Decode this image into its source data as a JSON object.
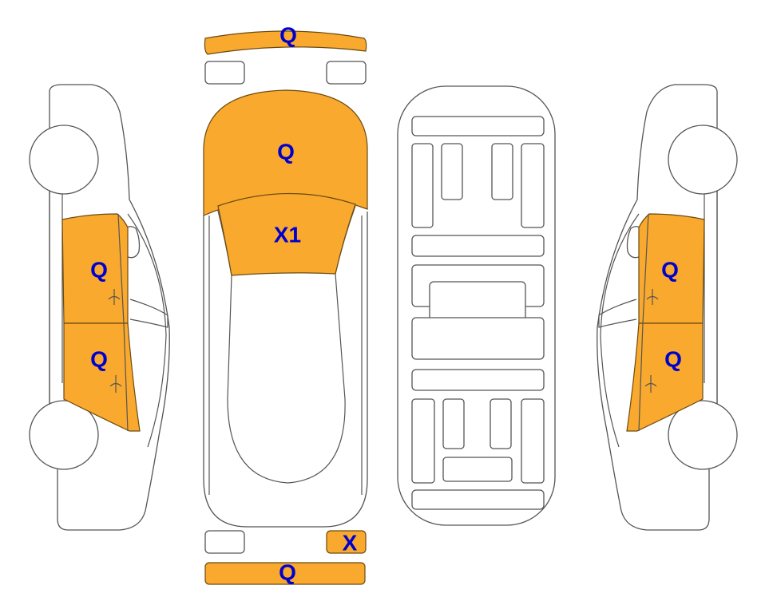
{
  "colors": {
    "damage_fill": "#F9A92E",
    "label": "#0000CC",
    "outline": "#555555"
  },
  "panels": {
    "front_bumper": {
      "code": "Q"
    },
    "hood": {
      "code": "Q"
    },
    "windshield": {
      "code": "X1"
    },
    "left_front_door": {
      "code": "Q"
    },
    "left_rear_door": {
      "code": "Q"
    },
    "right_front_door": {
      "code": "Q"
    },
    "right_rear_door": {
      "code": "Q"
    },
    "rear_right_light": {
      "code": "X"
    },
    "rear_bumper": {
      "code": "Q"
    }
  }
}
